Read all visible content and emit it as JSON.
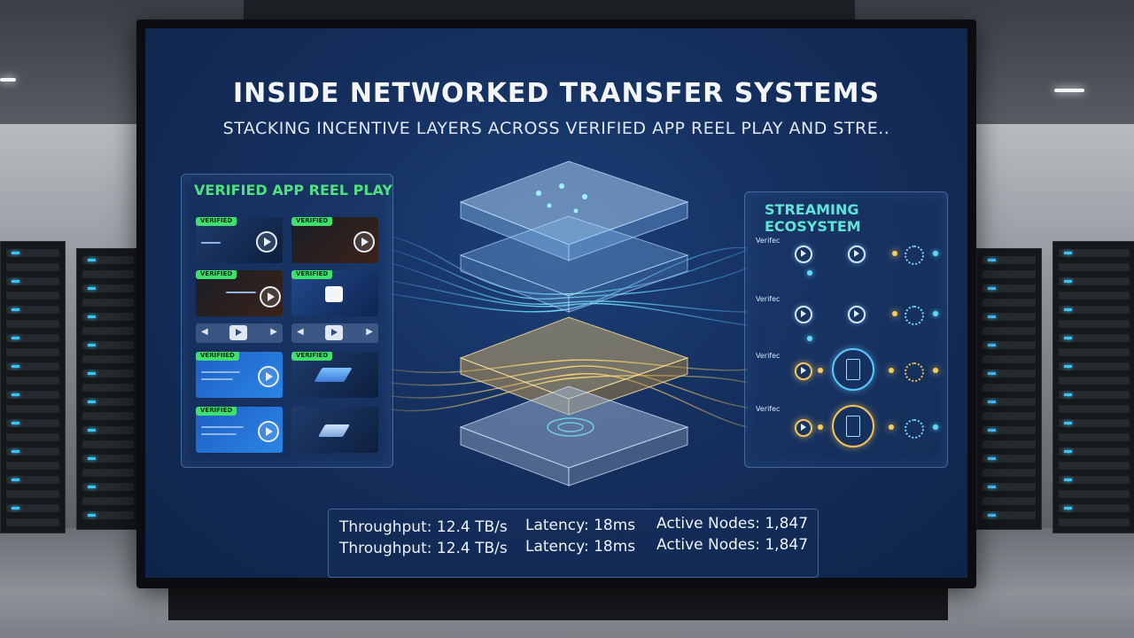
{
  "screen": {
    "title": "INSIDE NETWORKED TRANSFER SYSTEMS",
    "subtitle": "STACKING INCENTIVE LAYERS ACROSS VERIFIED APP REEL PLAY AND STRE.."
  },
  "left_panel": {
    "title": "VERIFIED APP REEL PLAY",
    "badge": "VERIFIED",
    "badge_alt": "VERIFIED",
    "badge_alt2": "VERIFIIED"
  },
  "right_panel": {
    "title": "STREAMING ECOSYSTEM",
    "rows": [
      "Verifec",
      "Verifec",
      "Verifec",
      "Verifec"
    ]
  },
  "stats": {
    "throughput": "Throughput: 12.4 TB/s",
    "latency": "Latency: 18ms",
    "active_nodes": "Active Nodes: 1,847"
  },
  "colors": {
    "screen_bg": "#152f5e",
    "accent_green": "#3fe06b",
    "accent_cyan": "#5fdcff",
    "accent_gold": "#ffcf5a"
  }
}
